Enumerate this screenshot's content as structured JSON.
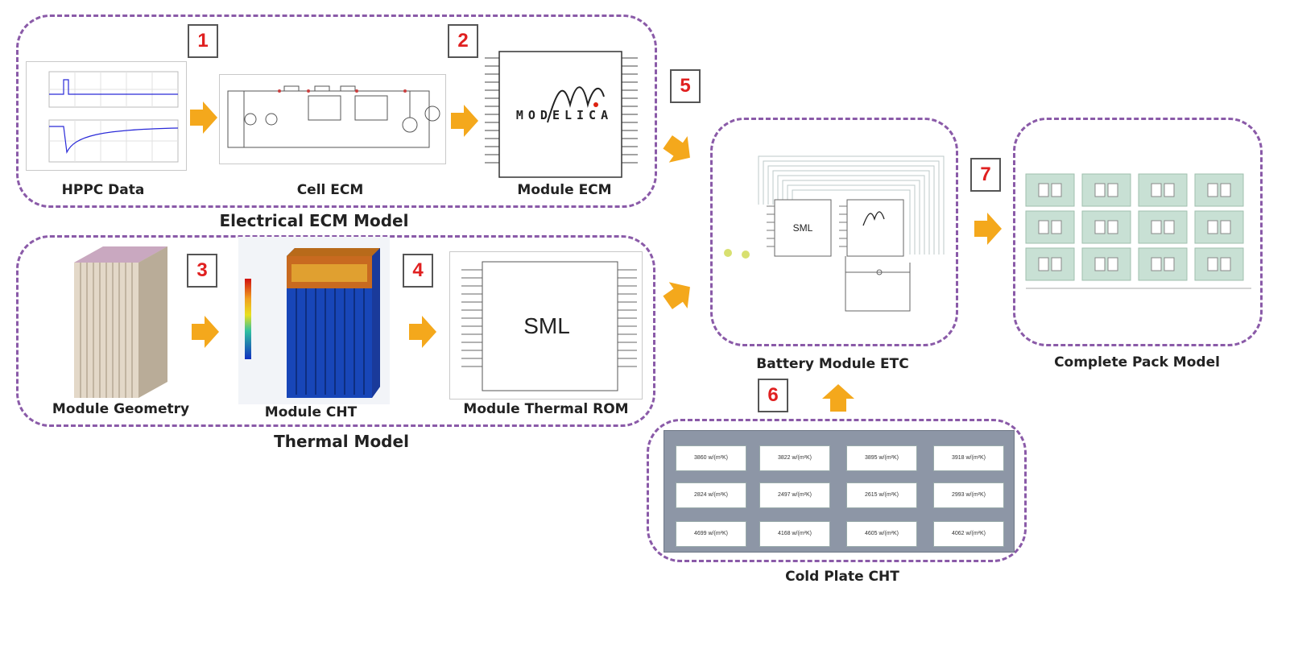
{
  "steps": [
    "1",
    "2",
    "3",
    "4",
    "5",
    "6",
    "7"
  ],
  "captions": {
    "hppc": "HPPC Data",
    "cell_ecm": "Cell ECM",
    "module_ecm": "Module ECM",
    "module_geometry": "Module Geometry",
    "module_cht": "Module CHT",
    "module_thermal_rom": "Module Thermal ROM",
    "battery_module_etc": "Battery Module ETC",
    "complete_pack": "Complete Pack Model",
    "cold_plate": "Cold Plate CHT"
  },
  "groups": {
    "electrical": "Electrical ECM Model",
    "thermal": "Thermal Model"
  },
  "labels": {
    "modelica": "MODELICA",
    "sml": "SML",
    "sml_small": "SML"
  },
  "cold_plate_values": [
    "3860 w/(m²K)",
    "3822 w/(m²K)",
    "3895 w/(m²K)",
    "3918 w/(m²K)",
    "2824 w/(m²K)",
    "2497 w/(m²K)",
    "2615 w/(m²K)",
    "2993 w/(m²K)",
    "4699 w/(m²K)",
    "4168 w/(m²K)",
    "4605 w/(m²K)",
    "4062 w/(m²K)"
  ],
  "colors": {
    "arrow": "#f4a81c",
    "dash": "#8a5aa8",
    "step_number": "#e02020"
  }
}
